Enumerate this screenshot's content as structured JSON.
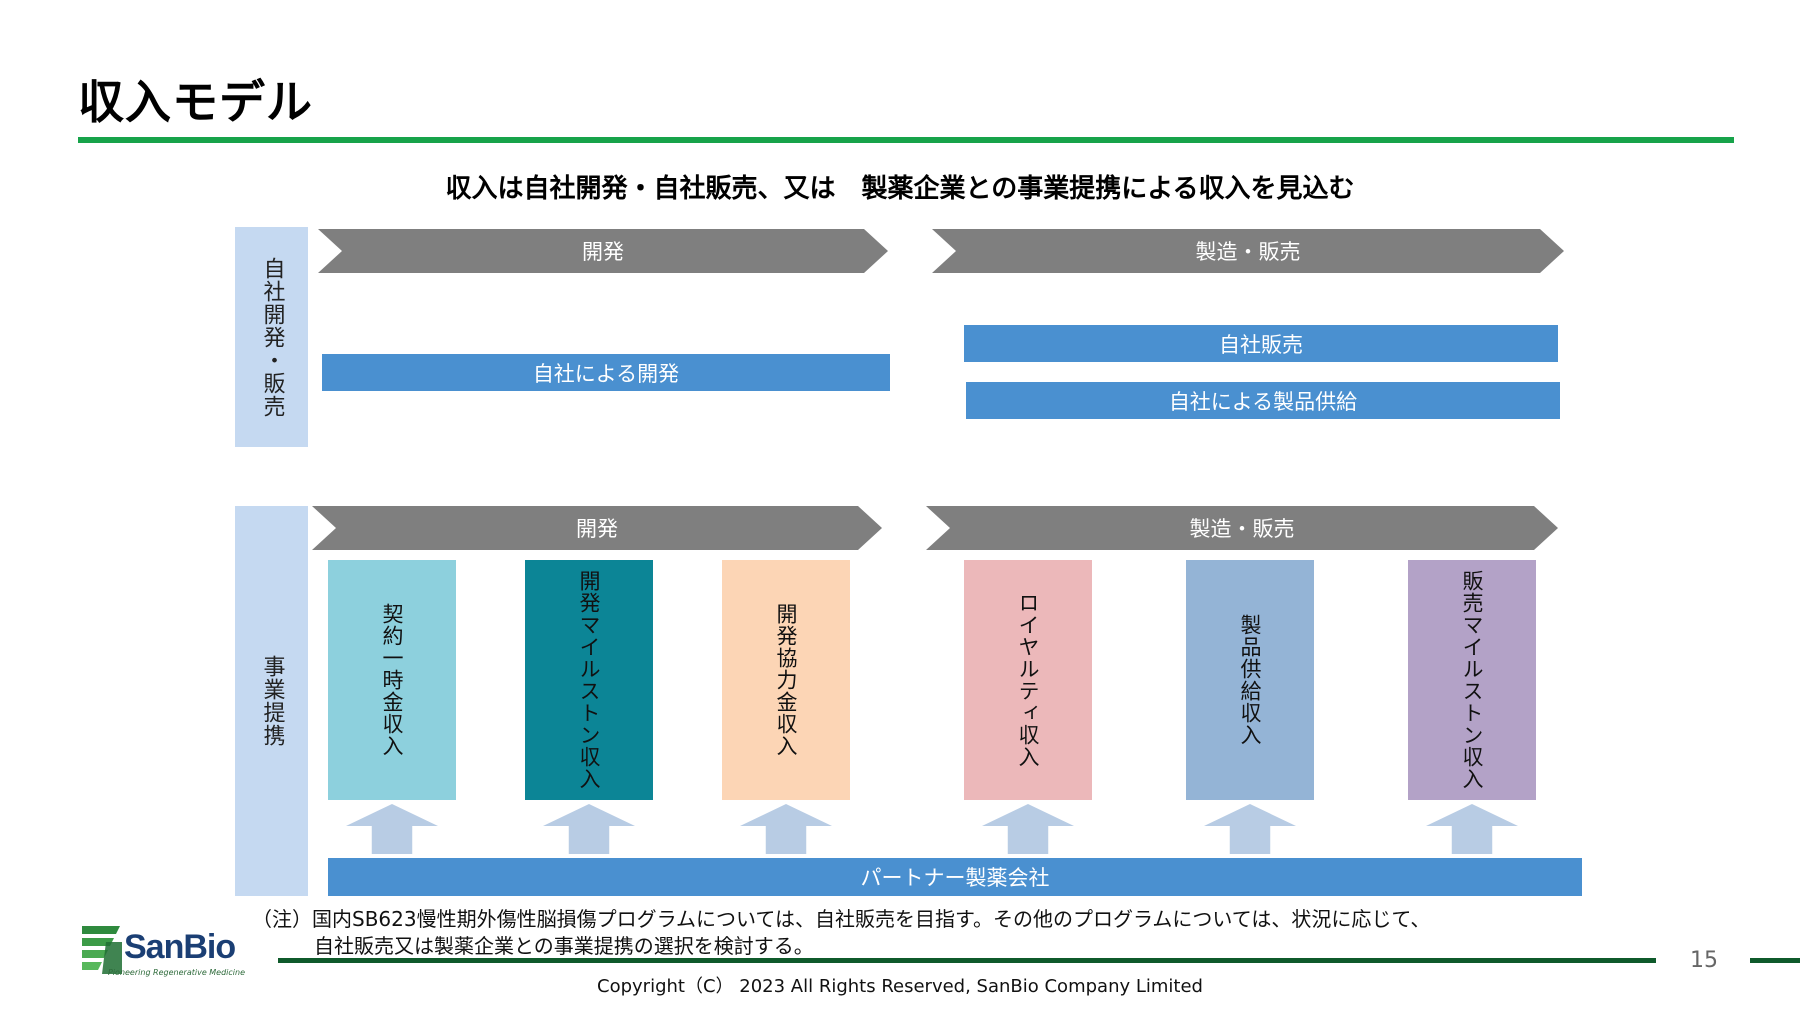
{
  "title": "収入モデル",
  "subtitle": "収入は自社開発・自社販売、又は　製薬企業との事業提携による収入を見込む",
  "self_section": {
    "side_label": "自社開発・販売",
    "chevron_dev": "開発",
    "chevron_mfg": "製造・販売",
    "bar_dev": "自社による開発",
    "bar_sales": "自社販売",
    "bar_supply": "自社による製品供給"
  },
  "partner_section": {
    "side_label": "事業提携",
    "chevron_dev": "開発",
    "chevron_mfg": "製造・販売",
    "columns": [
      {
        "label": "契約一時金収入",
        "color": "#8dd0dd"
      },
      {
        "label": "開発マイルストン収入",
        "color": "#0c8596"
      },
      {
        "label": "開発協力金収入",
        "color": "#fcd5b5"
      },
      {
        "label": "ロイヤルティ収入",
        "color": "#ecb8ba"
      },
      {
        "label": "製品供給収入",
        "color": "#94b4d6"
      },
      {
        "label": "販売マイルストン収入",
        "color": "#b3a2c7"
      }
    ],
    "partner_bar": "パートナー製薬会社"
  },
  "note_line1": "（注）国内SB623慢性期外傷性脳損傷プログラムについては、自社販売を目指す。その他のプログラムについては、状況に応じて、",
  "note_line2": "自社販売又は製薬企業との事業提携の選択を検討する。",
  "logo": {
    "name": "SanBio",
    "tagline": "Pioneering Regenerative Medicine"
  },
  "page_number": "15",
  "copyright": "Copyright（C） 2023 All Rights Reserved, SanBio Company Limited"
}
